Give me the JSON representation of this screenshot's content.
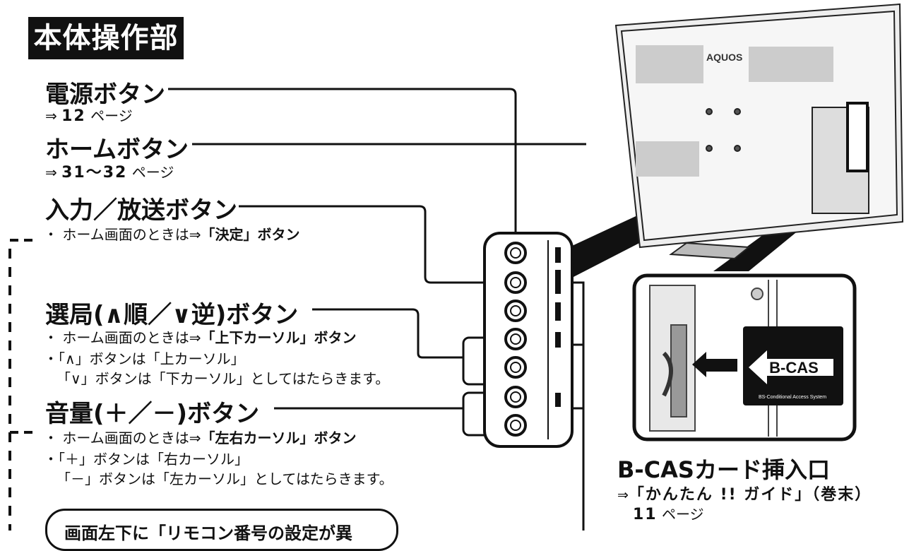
{
  "header": {
    "title": "本体操作部"
  },
  "power": {
    "title": "電源ボタン",
    "ref_prefix": "⇒",
    "ref_page": "12",
    "ref_suffix": "ページ"
  },
  "home": {
    "title": "ホームボタン",
    "ref_prefix": "⇒",
    "ref_page": "31～32",
    "ref_suffix": "ページ"
  },
  "input": {
    "title": "入力／放送ボタン",
    "note_prefix": "・ ホーム画面のときは⇒",
    "note_bold": "「決定」ボタン"
  },
  "channel": {
    "title": "選局(∧順／∨逆)ボタン",
    "note1_prefix": "・ ホーム画面のときは⇒",
    "note1_bold": "「上下カーソル」ボタン",
    "note2": "・「∧」ボタンは「上カーソル」",
    "note3": "「∨」ボタンは「下カーソル」としてはたらきます。"
  },
  "volume": {
    "title": "音量(＋／－)ボタン",
    "note1_prefix": "・ ホーム画面のときは⇒",
    "note1_bold": "「左右カーソル」ボタン",
    "note2": "・「＋」ボタンは「右カーソル」",
    "note3": "「－」ボタンは「左カーソル」としてはたらきます。"
  },
  "bcas": {
    "title": "B-CASカード挿入口",
    "ref_prefix": "⇒",
    "ref_bold": "「かんたん !! ガイド」（巻末）",
    "ref_page": "11",
    "ref_suffix": "ページ",
    "card_label": "B-CAS",
    "card_small": "BS-Conditional Access System"
  },
  "tv": {
    "brand": "AQUOS"
  },
  "callout": {
    "text": "画面左下に「リモコン番号の設定が異"
  }
}
